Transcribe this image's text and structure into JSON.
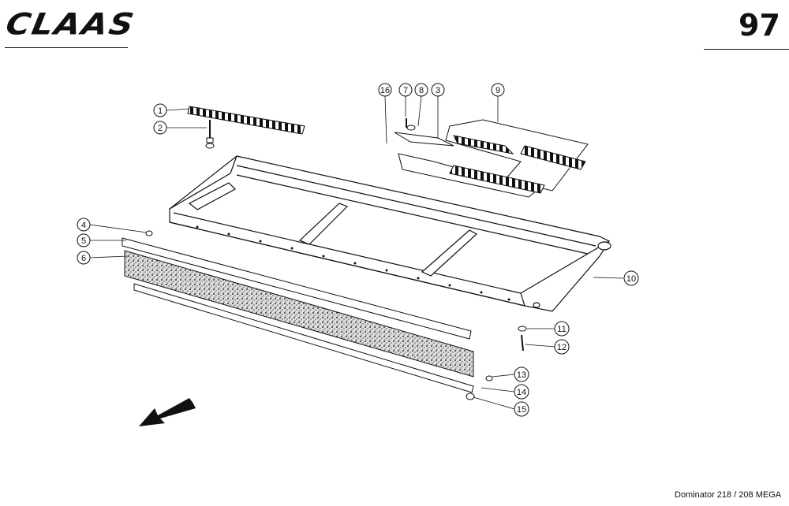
{
  "header": {
    "brand": "CLAAS",
    "page_number": "97"
  },
  "footer": {
    "model": "Dominator 218 / 208 MEGA"
  },
  "callouts": [
    "1",
    "2",
    "3",
    "4",
    "5",
    "6",
    "7",
    "8",
    "9",
    "10",
    "11",
    "12",
    "13",
    "14",
    "15",
    "16"
  ]
}
